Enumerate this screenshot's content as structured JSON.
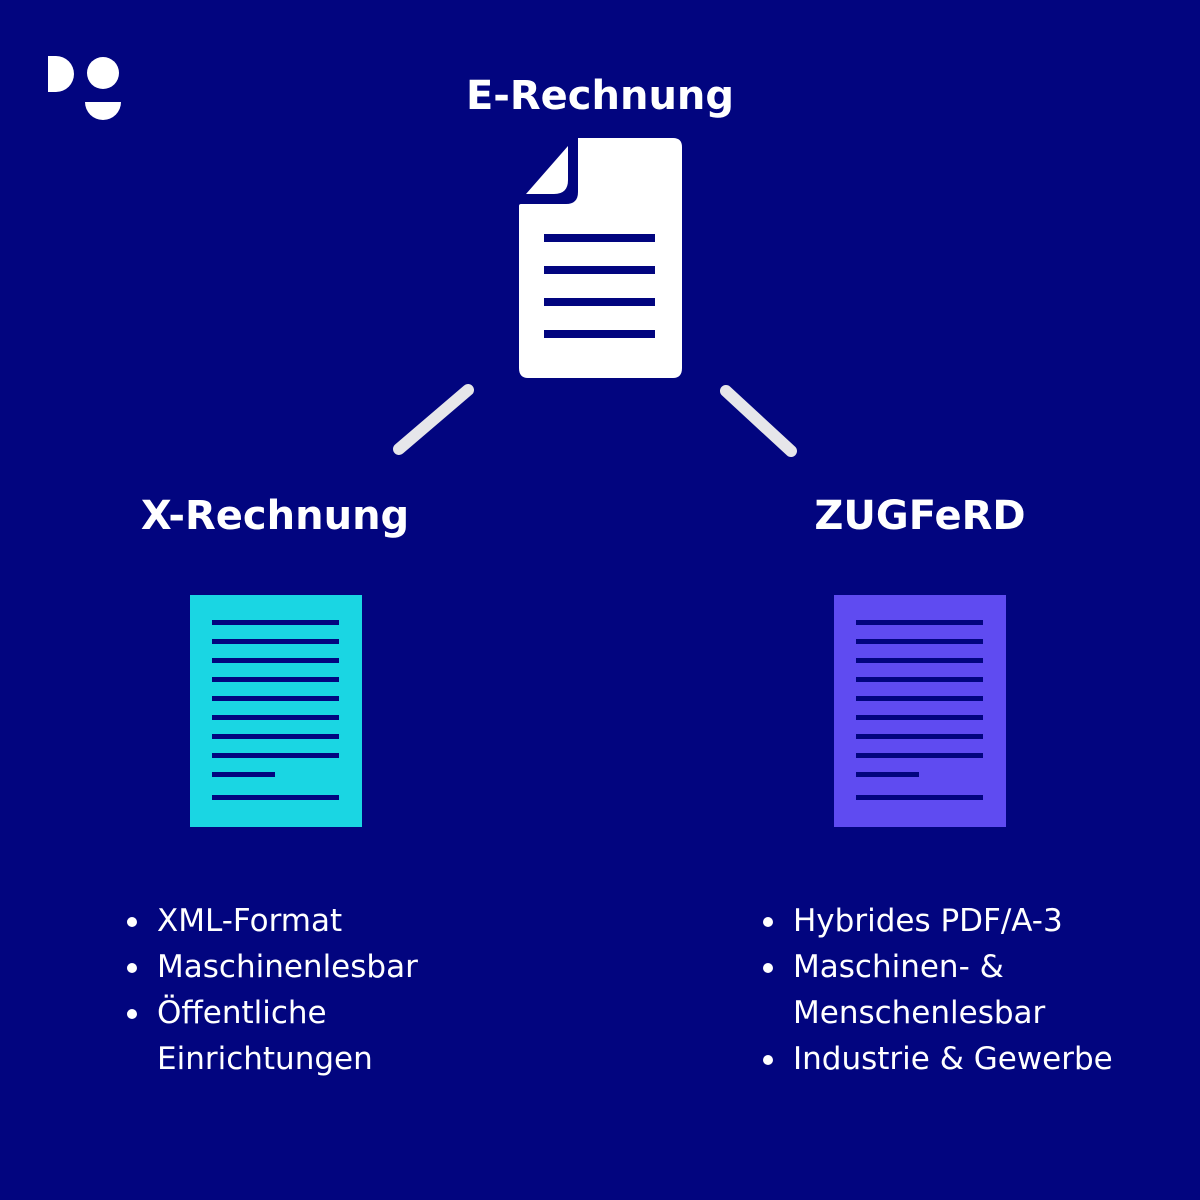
{
  "colors": {
    "background": "#02057f",
    "text": "#ffffff",
    "x_rechnung_doc": "#1ad6e3",
    "zugferd_doc": "#5f4bf1",
    "connector": "#e6e6ea"
  },
  "logo": {
    "icon": "dg-logo-icon"
  },
  "root": {
    "title": "E-Rechnung",
    "icon": "document-icon"
  },
  "left": {
    "title": "X-Rechnung",
    "icon": "text-document-icon",
    "features": [
      "XML-Format",
      "Maschinenlesbar",
      "Öffentliche\nEinrichtungen"
    ]
  },
  "right": {
    "title": "ZUGFeRD",
    "icon": "text-document-icon",
    "features": [
      "Hybrides PDF/A-3",
      "Maschinen- &\nMenschenlesbar",
      "Industrie & Gewerbe"
    ]
  }
}
